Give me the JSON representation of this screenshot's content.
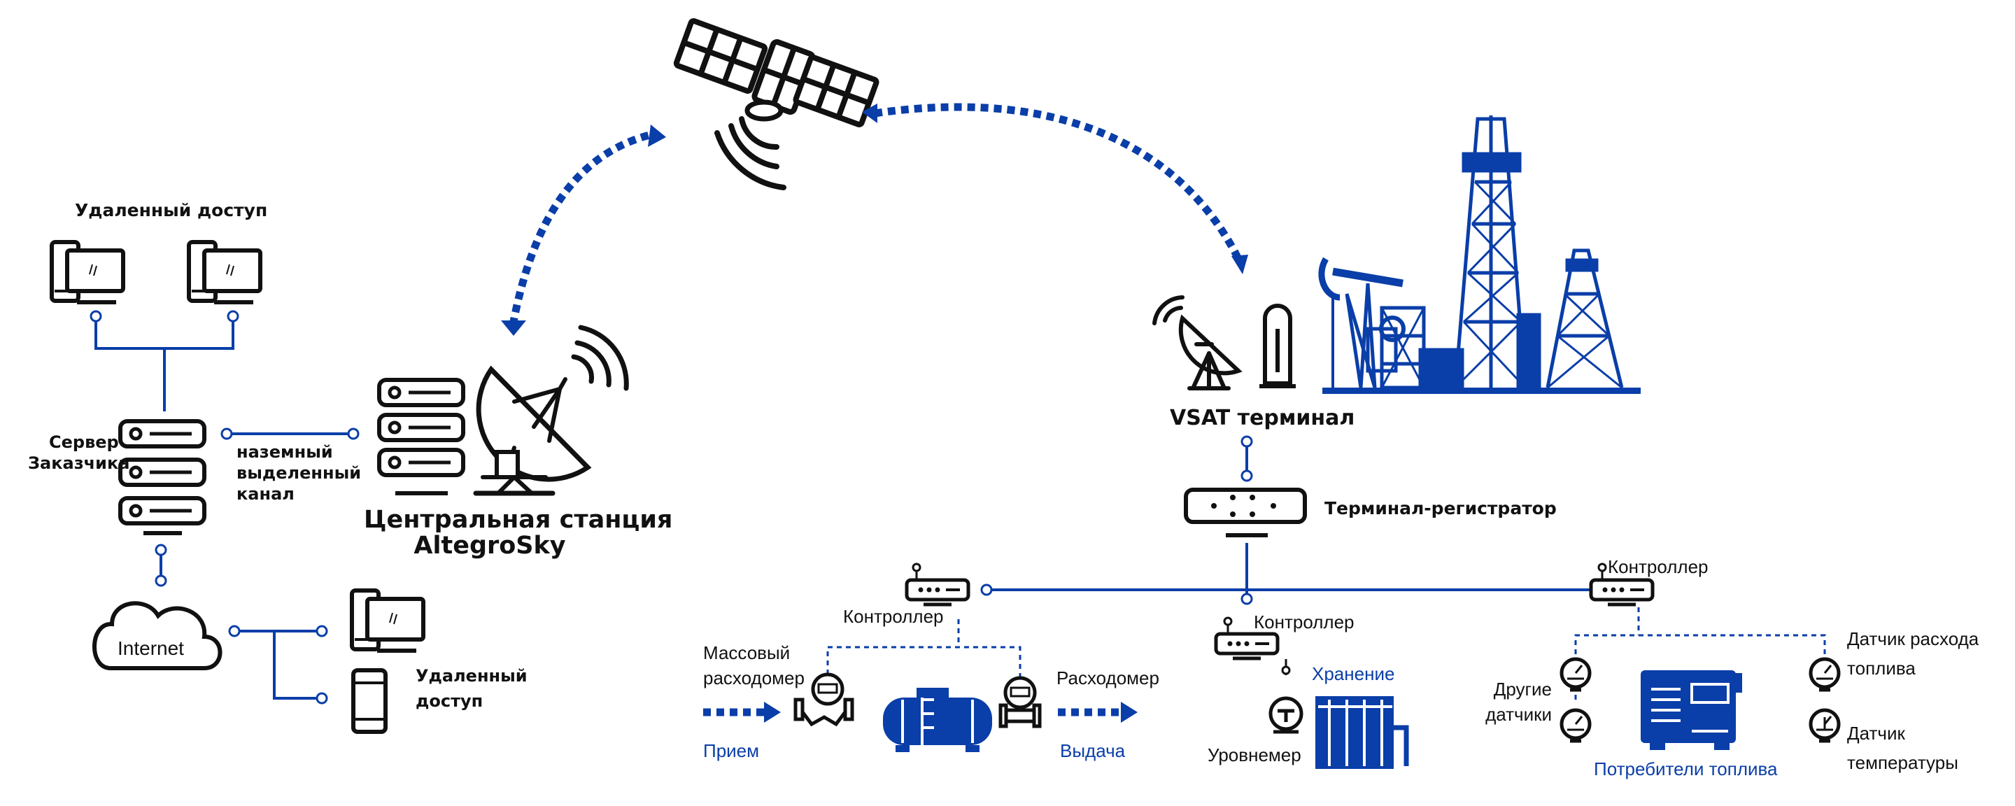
{
  "labels": {
    "remote_access_top": "Удаленный доступ",
    "server_line1": "Сервер",
    "server_line2": "Заказчика",
    "ground_line1": "наземный",
    "ground_line2": "выделенный",
    "ground_line3": "канал",
    "internet": "Internet",
    "remote_access_bottom_line1": "Удаленный",
    "remote_access_bottom_line2": "доступ",
    "central_station_line1": "Центральная станция",
    "central_station_line2": "AltegroSky",
    "vsat": "VSAT терминал",
    "terminal_registrator": "Терминал-регистратор",
    "controller_left": "Контроллер",
    "controller_mid": "Контроллер",
    "controller_right": "Контроллер",
    "mass_flow_line1": "Массовый",
    "mass_flow_line2": "расходомер",
    "flowmeter": "Расходомер",
    "reception": "Прием",
    "dispensing": "Выдача",
    "storage": "Хранение",
    "level_gauge": "Уровнемер",
    "other_sensors_line1": "Другие",
    "other_sensors_line2": "датчики",
    "fuel_consumers": "Потребители топлива",
    "fuel_flow_sensor_line1": "Датчик расхода",
    "fuel_flow_sensor_line2": "топлива",
    "temp_sensor_line1": "Датчик",
    "temp_sensor_line2": "температуры"
  },
  "colors": {
    "blue": "#0a3ea8",
    "black": "#111111"
  }
}
